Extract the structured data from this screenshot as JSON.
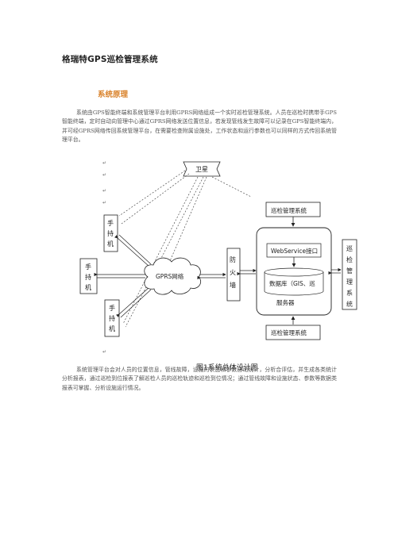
{
  "document": {
    "title": "格瑞特GPS巡检管理系统",
    "section_heading": "系统原理",
    "paragraph1": "系统由GPS智能终端和系统管理平台利用GPRS网络组成一个实时巡检管理系统。人员在巡检时携带手GPS智能终端，定时自动向管理中心通过GPRS网络发送位置信息，若发现管线发生故障可以记录在GPS智能终端内，并可经GPRS网络传回系统管理平台，在需要检查附属设施处，工作状态和运行参数也可以同样的方式传回系统管理平台。",
    "paragraph2": "系统管理平台会对人员的位置信息，管线故障，设施的状态和参数自动统计，分析合评估，并生成各类统计分析报表，通过巡检到位报表了解巡检人员的巡检轨迹和巡检到位情况；通过管线故障和设施状态、参数等数据类报表可掌握、分析设施运行情况。"
  },
  "diagram": {
    "caption": "图1系统总体设计图",
    "satellite": "卫星",
    "handheld_top": [
      "手",
      "持",
      "机"
    ],
    "handheld_mid": [
      "手",
      "持",
      "机"
    ],
    "handheld_bottom": [
      "手",
      "持",
      "机"
    ],
    "cloud": "GPRS网络",
    "firewall": [
      "防",
      "火",
      "墙"
    ],
    "mgmt_top": "巡检管理系统",
    "mgmt_bottom": "巡检管理系统",
    "webservice": "WebService接口",
    "database": "数据库（GIS、巡",
    "server": "服务器",
    "mgmt_right": [
      "巡",
      "检",
      "管",
      "理",
      "系",
      "统"
    ],
    "para_mark": "↵"
  }
}
